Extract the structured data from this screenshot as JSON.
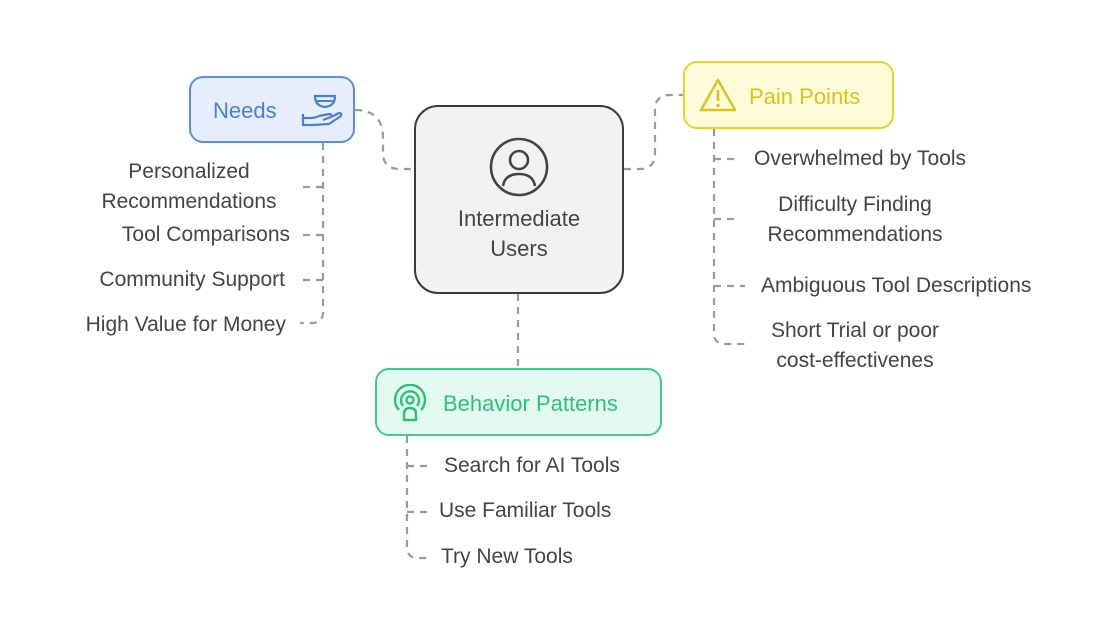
{
  "center": {
    "title_line1": "Intermediate",
    "title_line2": "Users",
    "icon": "user-icon"
  },
  "needs": {
    "title": "Needs",
    "icon": "hand-bowl-icon",
    "color": "#4a7fd8",
    "items": [
      "Personalized",
      "Recommendations",
      "Tool Comparisons",
      "Community Support",
      "High Value for Money"
    ]
  },
  "pain_points": {
    "title": "Pain Points",
    "icon": "warning-icon",
    "color": "#d8c41c",
    "items": [
      "Overwhelmed by Tools",
      "Difficulty Finding",
      "Recommendations",
      "Ambiguous Tool Descriptions",
      "Short Trial or poor",
      "cost-effectivenes"
    ]
  },
  "behavior_patterns": {
    "title": "Behavior Patterns",
    "icon": "broadcast-person-icon",
    "color": "#2fbf79",
    "items": [
      "Search for AI Tools",
      "Use Familiar Tools",
      "Try New Tools"
    ]
  }
}
